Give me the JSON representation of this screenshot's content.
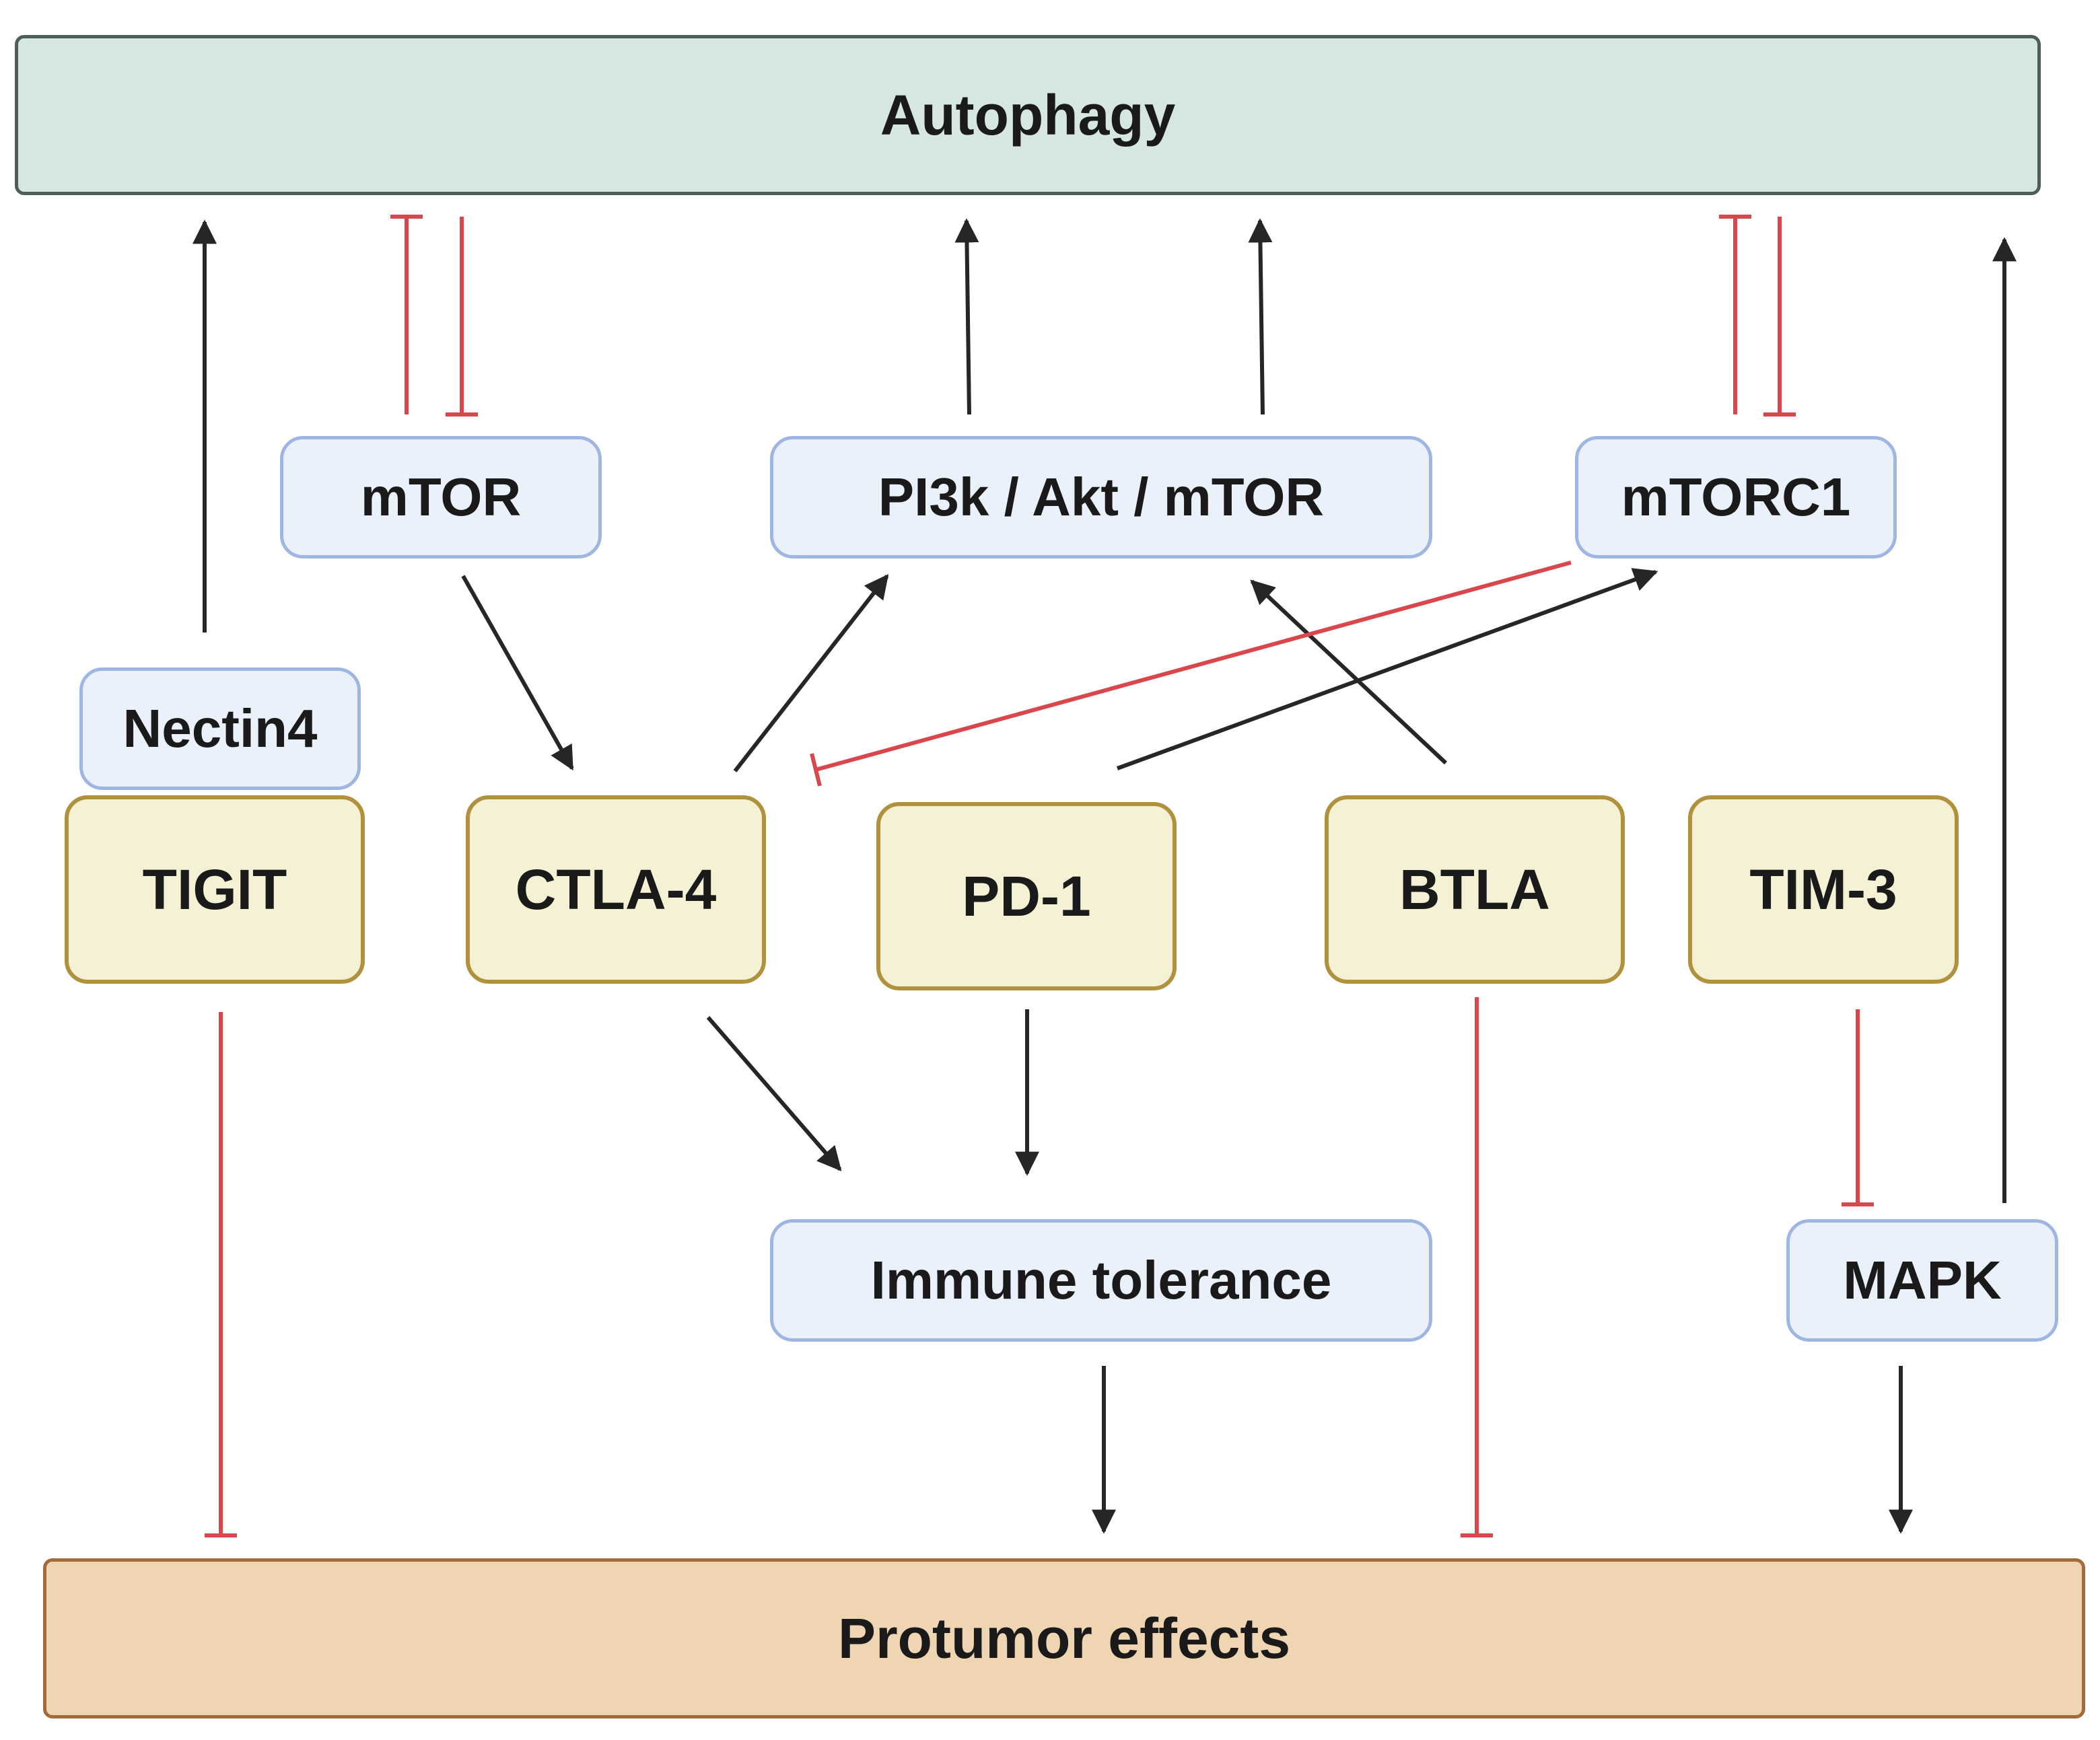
{
  "diagram": {
    "top_banner": "Autophagy",
    "bottom_banner": "Protumor effects",
    "nodes": {
      "mtor": "mTOR",
      "pi3k": "PI3k / Akt / mTOR",
      "mtorc1": "mTORC1",
      "nectin4": "Nectin4",
      "tigit": "TIGIT",
      "ctla4": "CTLA-4",
      "pd1": "PD-1",
      "btla": "BTLA",
      "tim3": "TIM-3",
      "immune_tolerance": "Immune tolerance",
      "mapk": "MAPK"
    },
    "colors": {
      "activation": "#262626",
      "inhibition": "#d9474c",
      "banner_top_fill": "#d6e6e1",
      "banner_bottom_fill": "#f0d5b3",
      "blue_node_fill": "#eaf1fb",
      "yellow_node_fill": "#f5f1d4"
    }
  }
}
